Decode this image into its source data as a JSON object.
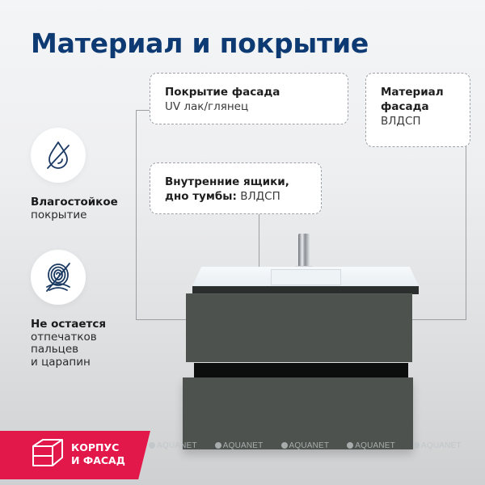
{
  "title": "Материал и покрытие",
  "callouts": {
    "facade_coating": {
      "label": "Покрытие фасада",
      "value": "UV лак/глянец"
    },
    "facade_material": {
      "label_line1": "Материал",
      "label_line2": "фасада",
      "value": "ВЛДСП"
    },
    "inner_drawers": {
      "label_line1": "Внутренние ящики,",
      "label_line2": "дно тумбы:",
      "value": "ВЛДСП"
    }
  },
  "features": [
    {
      "icon": "water-drop-crossed-icon",
      "title": "Влагостойкое",
      "lines": [
        "покрытие"
      ]
    },
    {
      "icon": "fingerprint-crossed-icon",
      "title": "Не остается",
      "lines": [
        "отпечатков",
        "пальцев",
        "и царапин"
      ]
    }
  ],
  "ribbon": {
    "icon": "box-icon",
    "line1": "КОРПУС",
    "line2": "И ФАСАД",
    "color": "#e3184a"
  },
  "watermark": "AQUANET",
  "colors": {
    "title": "#0d3a72",
    "icon_stroke": "#1b3a63",
    "cabinet": "#4d524e"
  }
}
